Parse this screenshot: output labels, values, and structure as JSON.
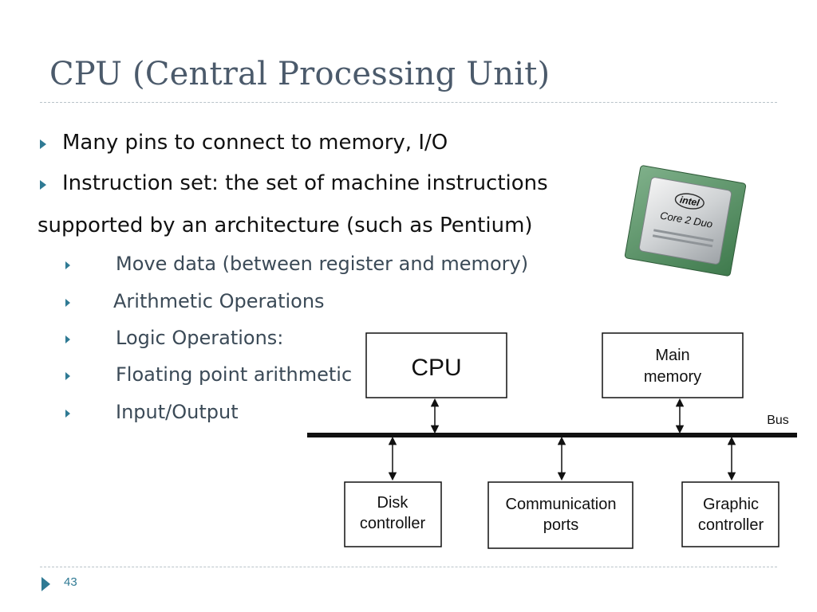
{
  "slide": {
    "title": "CPU (Central Processing Unit)",
    "bullets": [
      {
        "text": "Many pins to connect to memory, I/O"
      },
      {
        "text": "Instruction set: the set of machine instructions"
      },
      {
        "text": "supported by an architecture (such as Pentium)"
      }
    ],
    "sub_bullets": [
      {
        "text": "Move data (between register and memory)"
      },
      {
        "text": "Arithmetic Operations"
      },
      {
        "text": "Logic Operations:"
      },
      {
        "text": "Floating point arithmetic"
      },
      {
        "text": "Input/Output"
      }
    ],
    "chip_image": {
      "brand": "intel",
      "model": "Core 2 Duo"
    },
    "diagram": {
      "cpu": "CPU",
      "main_memory_line1": "Main",
      "main_memory_line2": "memory",
      "bus": "Bus",
      "disk_line1": "Disk",
      "disk_line2": "controller",
      "comm_line1": "Communication",
      "comm_line2": "ports",
      "graphic_line1": "Graphic",
      "graphic_line2": "controller"
    },
    "page_number": "43",
    "colors": {
      "title": "#4b5a6b",
      "accent": "#2f7a94",
      "sub_text": "#3b4a57"
    }
  }
}
